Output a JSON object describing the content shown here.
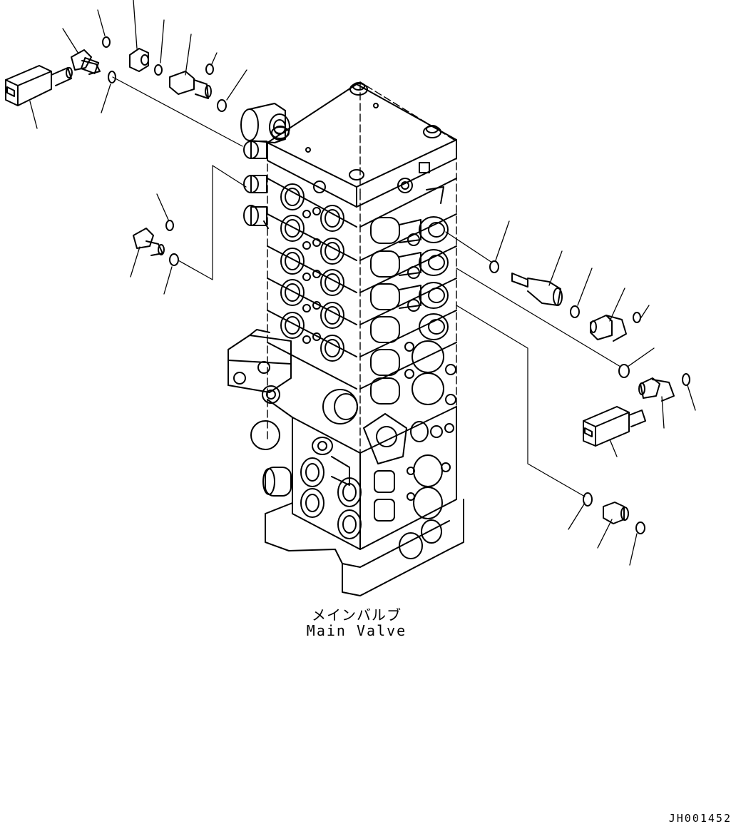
{
  "figure": {
    "part_label_jp": "メインバルブ",
    "part_label_en": "Main Valve",
    "drawing_id": "JH001452"
  },
  "colors": {
    "line": "#000000",
    "background": "#ffffff"
  }
}
